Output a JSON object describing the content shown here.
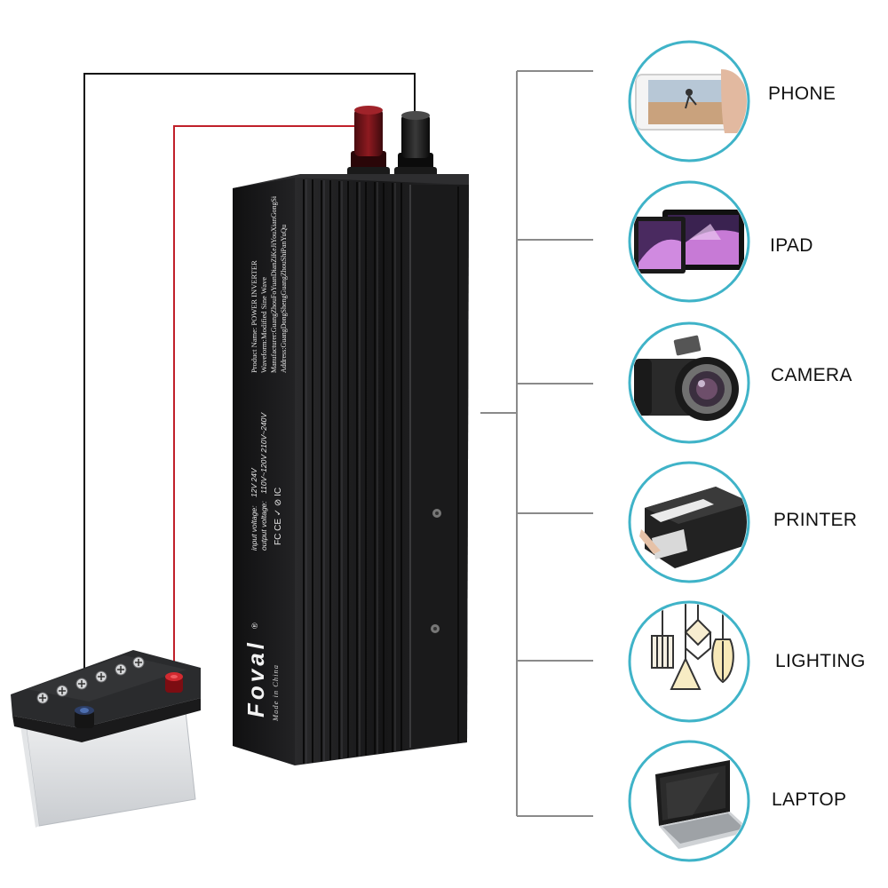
{
  "colors": {
    "accent_ring": "#3fb3c8",
    "positive_wire": "#c0202a",
    "negative_wire": "#111111",
    "bracket_line": "#8a8a8a",
    "inverter_body": "#1c1c1e"
  },
  "inverter": {
    "brand": "Foval",
    "registered_mark": "®",
    "made_in": "Made in China",
    "label_lines": [
      "Product Name: POWER INVERTER",
      "Waveform:Modified Sine Wave",
      "Manufacturer:GuangZhouFoYuanDianZiKeJiYouXianGongSi",
      "Address:GuangDongShengGuangZhouShiPanYuQu"
    ],
    "input_voltage_label": "input voltage:",
    "input_voltage_options": "12V   24V",
    "output_voltage_label": "output voltage:",
    "output_voltage_options": "110V~120V   210V~240V",
    "cert_marks": "FC  CE  ✓  ⊘  IC"
  },
  "devices": [
    {
      "label": "PHONE",
      "icon": "phone-icon"
    },
    {
      "label": "IPAD",
      "icon": "tablet-icon"
    },
    {
      "label": "CAMERA",
      "icon": "camera-icon"
    },
    {
      "label": "PRINTER",
      "icon": "printer-icon"
    },
    {
      "label": "LIGHTING",
      "icon": "pendant-lights-icon"
    },
    {
      "label": "LAPTOP",
      "icon": "laptop-icon"
    }
  ]
}
